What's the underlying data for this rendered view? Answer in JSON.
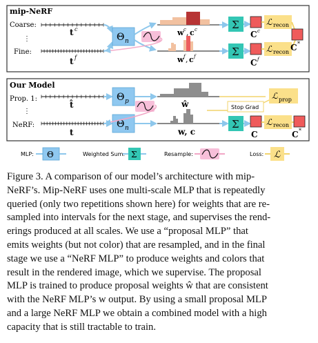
{
  "top_panel": {
    "title": "mip-NeRF",
    "rows": [
      {
        "label": "Coarse:",
        "t": "t",
        "t_sup": "c"
      },
      {
        "label": "⋮"
      },
      {
        "label": "Fine:",
        "t": "t",
        "t_sup": "f"
      }
    ],
    "mlp": "Θ",
    "mlp_sub": "n",
    "w_coarse": "w",
    "w_coarse_sup": "c",
    "c_coarse": "c",
    "c_coarse_sup": "c",
    "w_fine": "w",
    "w_fine_sup": "f",
    "c_fine": "c",
    "c_fine_sup": "f",
    "sum": "Σ",
    "out_c": "C",
    "out_c_sup": "c",
    "out_f": "C",
    "out_f_sup": "f",
    "loss": "ℒ",
    "loss_sub": "recon",
    "final": "C",
    "final_sup": "*"
  },
  "bottom_panel": {
    "title": "Our Model",
    "rows": [
      {
        "label": "Prop. 1:",
        "t": "t̂"
      },
      {
        "label": "⋮"
      },
      {
        "label": "NeRF:",
        "t": "t"
      }
    ],
    "prop_mlp": "Θ",
    "prop_mlp_sub": "p",
    "nerf_mlp": "Θ",
    "nerf_mlp_sub": "n",
    "w_hat": "ŵ",
    "w_c": "w, c",
    "sum": "Σ",
    "out": "C",
    "loss_prop": "ℒ",
    "loss_prop_sub": "prop",
    "stop_grad": "Stop Grad",
    "loss_recon": "ℒ",
    "loss_recon_sub": "recon",
    "final": "C",
    "final_sup": "*"
  },
  "legend": {
    "mlp_label": "MLP:",
    "mlp_symbol": "Θ",
    "sum_label": "Weighted Sum:",
    "sum_symbol": "Σ",
    "resample_label": "Resample:",
    "loss_label": "Loss:",
    "loss_symbol": "ℒ"
  },
  "colors": {
    "mlp": "#8fc8f0",
    "sum": "#33c6b4",
    "resample": "#f7bfd9",
    "loss": "#fbe08a",
    "color_box": "#ef5b5b",
    "bar_light": "#f2c1a0",
    "bar_dark": "#b73434",
    "bar_red": "#ec5d5d",
    "bar_gray": "#8e8e8e",
    "arrow": "#8dc7ec"
  },
  "caption": {
    "lines": [
      "Figure 3.  A comparison of our model’s architecture with mip-",
      "NeRF’s.  Mip-NeRF uses one multi-scale MLP that is repeatedly",
      "queried (only two repetitions shown here) for weights that are re-",
      "sampled into intervals for the next stage, and supervises the rend-",
      "erings produced at all scales.  We use a “proposal MLP” that",
      "emits weights (but not color) that are resampled, and in the final",
      "stage we use a “NeRF MLP” to produce weights and colors that",
      "result in the rendered image, which we supervise.  The proposal",
      "MLP is trained to produce proposal weights ŵ that are consistent",
      "with the NeRF MLP’s w output.  By using a small proposal MLP",
      "and a large NeRF MLP we obtain a combined model with a high",
      "capacity that is still tractable to train."
    ]
  }
}
